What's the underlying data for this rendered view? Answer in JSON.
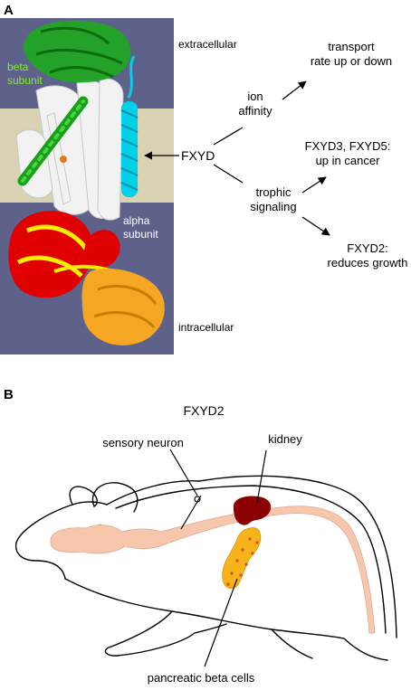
{
  "panel_a": {
    "letter": "A",
    "region_top": "extracellular",
    "region_bottom": "intracellular",
    "beta_label": [
      "beta",
      "subunit"
    ],
    "alpha_label": [
      "alpha",
      "subunit"
    ],
    "fxyd": "FXYD",
    "ion_affinity": [
      "ion",
      "affinity"
    ],
    "transport": [
      "transport",
      "rate up or down"
    ],
    "trophic": [
      "trophic",
      "signaling"
    ],
    "cancer": [
      "FXYD3, FXYD5:",
      "up in cancer"
    ],
    "growth": [
      "FXYD2:",
      "reduces growth"
    ],
    "colors": {
      "membrane_bg": "#5e6189",
      "bilayer": "#d8d2b2",
      "beta": "#1ea81e",
      "fxyd_helix": "#00d0e8",
      "alpha_red": "#e00000",
      "alpha_yellow": "#ffee00",
      "alpha_orange": "#f5a623",
      "label_green": "#7ef12a"
    }
  },
  "panel_b": {
    "letter": "B",
    "title": "FXYD2",
    "sensory_neuron": "sensory neuron",
    "kidney": "kidney",
    "pancreatic": "pancreatic beta cells",
    "colors": {
      "spinal": "#f7c7ad",
      "kidney": "#8b0000",
      "pancreas": "#f6b31a",
      "islet": "#e0531a"
    }
  }
}
